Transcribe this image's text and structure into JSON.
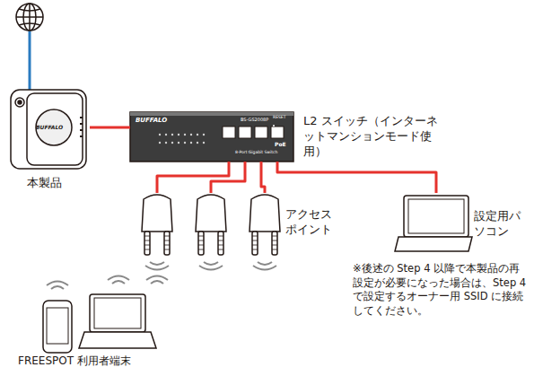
{
  "diagram": {
    "nodes": [
      {
        "text": [
          "本製品"
        ]
      },
      {
        "text": [
          "L2 スイッチ（インターネットマンションモード使用）"
        ]
      },
      {
        "text": [
          "アクセスポイント"
        ]
      },
      {
        "text": [
          "設定用パソコン"
        ]
      },
      {
        "text": [
          "FREESPOT 利用者端末"
        ]
      }
    ],
    "edges": [
      {
        "from": 0,
        "to": 1,
        "arrow": "none"
      },
      {
        "from": 1,
        "to": 2,
        "arrow": "none"
      },
      {
        "from": 1,
        "to": 2,
        "arrow": "none"
      },
      {
        "from": 1,
        "to": 2,
        "arrow": "none"
      },
      {
        "from": 1,
        "to": 3,
        "arrow": "none"
      }
    ],
    "labels": [
      "BUFFALO",
      "BUFFALO",
      "BS-GS2008P",
      "RESET",
      "PoE",
      "8-Port Gigabit Switch",
      "※後述の Step 4 以降で本製品の再設定が必要になった場合は、Step 4 で設定するオーナー用 SSID に接続してください。"
    ]
  }
}
